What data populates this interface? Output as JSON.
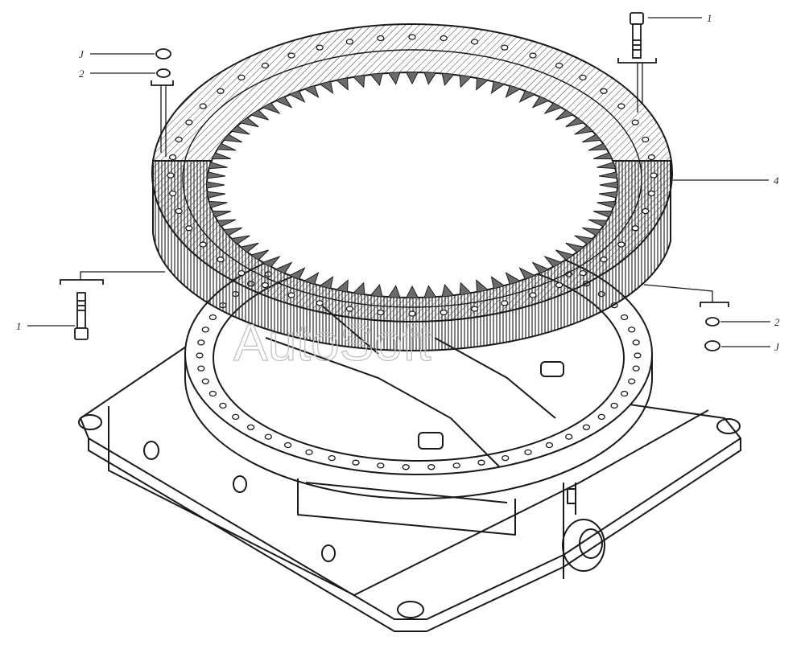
{
  "figure": {
    "watermark": "AutoSoft",
    "callouts": [
      {
        "id": "c1_top_right",
        "label": "1"
      },
      {
        "id": "c4_right",
        "label": "4"
      },
      {
        "id": "c3_top_left",
        "label": "J"
      },
      {
        "id": "c2_top_left",
        "label": "2"
      },
      {
        "id": "c1_left",
        "label": "1"
      },
      {
        "id": "c2_right",
        "label": "2"
      },
      {
        "id": "c3_right",
        "label": "J"
      }
    ]
  },
  "colors": {
    "line": "#1a1a1a",
    "paper": "#ffffff",
    "hatch": "#3a3a3a"
  }
}
